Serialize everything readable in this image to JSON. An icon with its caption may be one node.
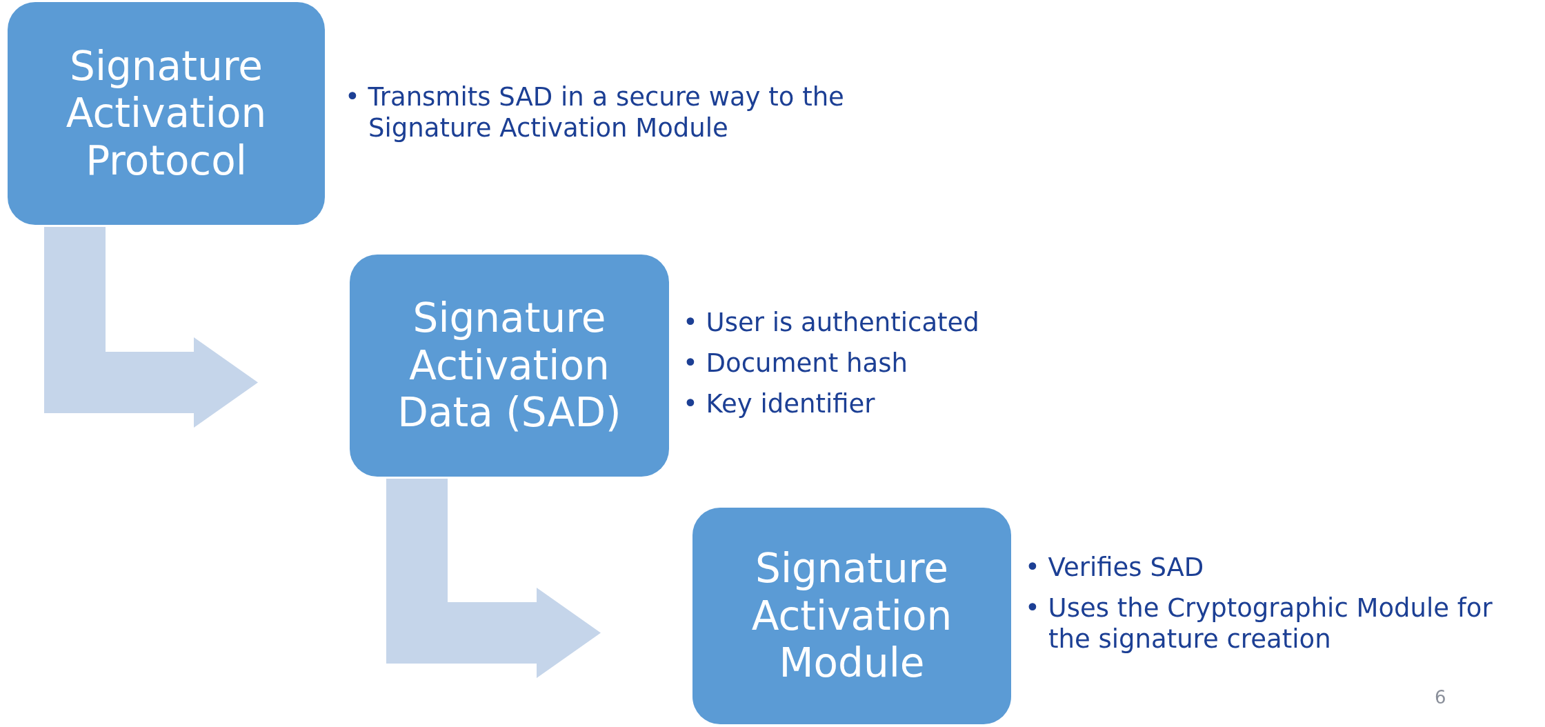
{
  "diagram": {
    "nodes": [
      {
        "text": [
          "Signature Activation Protocol"
        ],
        "beside": [
          "• Transmits SAD in a secure way to the Signature Activation Module"
        ]
      },
      {
        "text": [
          "Signature Activation Data (SAD)"
        ],
        "beside": [
          "• User is authenticated",
          "• Document hash",
          "• Key identifier"
        ]
      },
      {
        "text": [
          "Signature Activation Module"
        ],
        "beside": [
          "• Verifies SAD",
          "• Uses the Cryptographic Module for the signature creation"
        ]
      }
    ],
    "edges": [
      {
        "from": 0,
        "to": 1,
        "arrow": "to",
        "style": "thick"
      },
      {
        "from": 1,
        "to": 2,
        "arrow": "to",
        "style": "thick"
      }
    ],
    "labels": [
      "6"
    ]
  }
}
